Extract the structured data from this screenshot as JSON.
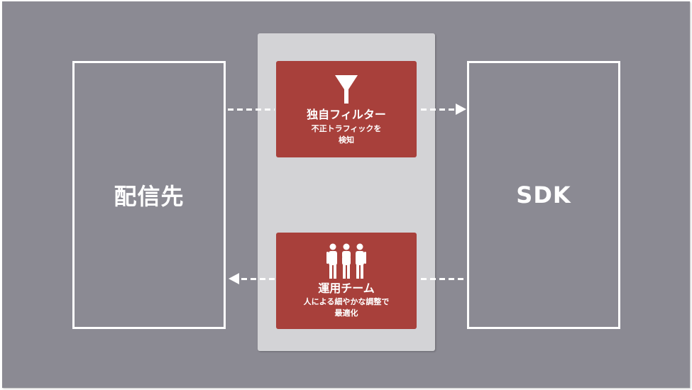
{
  "diagram": {
    "left_node": {
      "label": "配信先"
    },
    "right_node": {
      "label": "SDK"
    },
    "filter_card": {
      "icon": "funnel-icon",
      "title": "独自フィルター",
      "desc_line1": "不正トラフィックを",
      "desc_line2": "検知"
    },
    "team_card": {
      "icon": "people-icon",
      "title": "運用チーム",
      "desc_line1": "人による細やかな調整で",
      "desc_line2": "最適化"
    },
    "flows": [
      {
        "from": "配信先",
        "to": "SDK",
        "via": "独自フィルター",
        "direction": "right"
      },
      {
        "from": "SDK",
        "to": "配信先",
        "via": "運用チーム",
        "direction": "left"
      }
    ],
    "colors": {
      "background": "#8b8a93",
      "panel": "#d3d3d6",
      "card": "#a8403b",
      "line": "#ffffff"
    }
  }
}
